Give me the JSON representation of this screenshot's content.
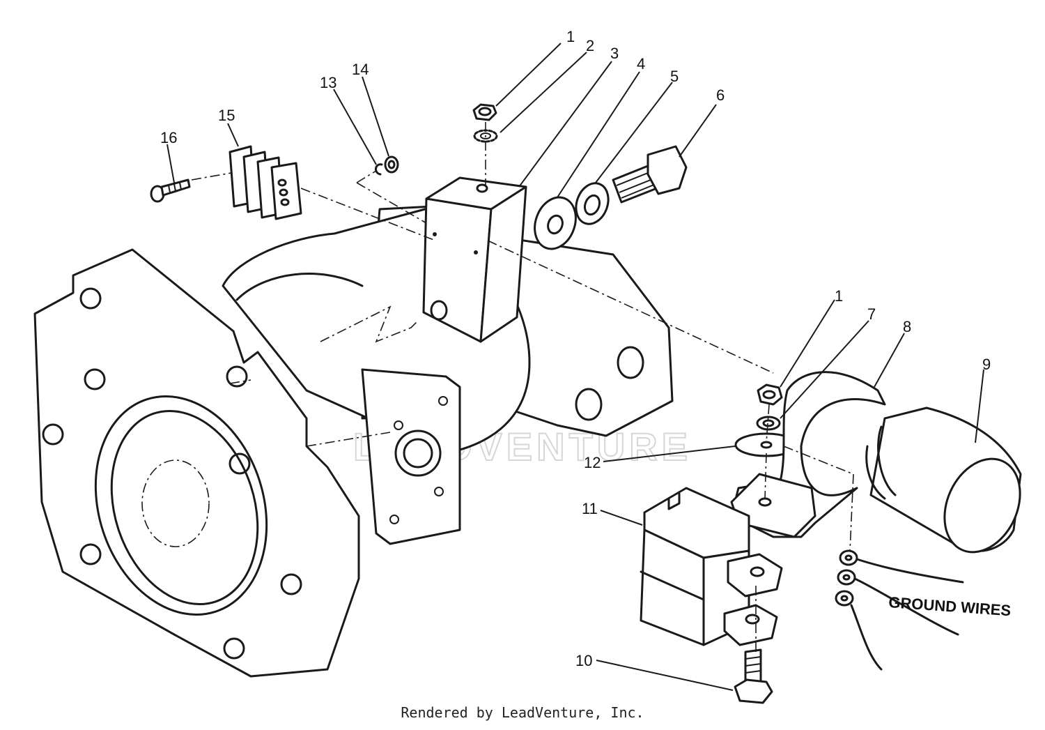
{
  "callouts": [
    {
      "id": "1",
      "label": "1"
    },
    {
      "id": "2",
      "label": "2"
    },
    {
      "id": "3",
      "label": "3"
    },
    {
      "id": "4",
      "label": "4"
    },
    {
      "id": "5",
      "label": "5"
    },
    {
      "id": "6",
      "label": "6"
    },
    {
      "id": "1b",
      "label": "1"
    },
    {
      "id": "7",
      "label": "7"
    },
    {
      "id": "8",
      "label": "8"
    },
    {
      "id": "9",
      "label": "9"
    },
    {
      "id": "10",
      "label": "10"
    },
    {
      "id": "11",
      "label": "11"
    },
    {
      "id": "12",
      "label": "12"
    },
    {
      "id": "13",
      "label": "13"
    },
    {
      "id": "14",
      "label": "14"
    },
    {
      "id": "15",
      "label": "15"
    },
    {
      "id": "16",
      "label": "16"
    }
  ],
  "annotation": {
    "ground_wires": "GROUND WIRES"
  },
  "watermark": {
    "text": "LEADVENTURE"
  },
  "footer": {
    "rendered_by": "Rendered by LeadVenture, Inc."
  }
}
